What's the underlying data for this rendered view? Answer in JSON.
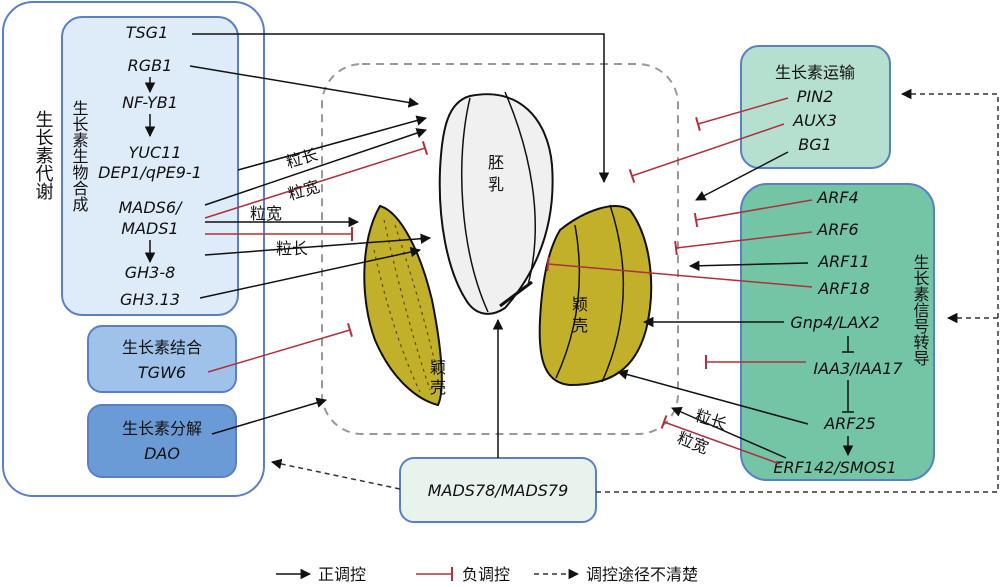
{
  "colors": {
    "auxin_metabolism_border": "#5b7fc6",
    "biosynthesis_fill": "#deebf9",
    "binding_fill": "#9ec2ea",
    "degradation_fill": "#6b9bd6",
    "transport_fill": "#b5e0cf",
    "signaling_fill": "#74c4a6",
    "mads78_fill": "#e8f3ee",
    "husk_fill": "#c3b02a",
    "endosperm_fill": "#f0f0f0",
    "positive_arrow": "#111111",
    "negative_line": "#b0303a",
    "dashed": "#333333"
  },
  "labels": {
    "auxin_metabolism": "生长素代谢",
    "biosynthesis": "生长素生物合成",
    "binding_title": "生长素结合",
    "binding_gene": "TGW6",
    "degradation_title": "生长素分解",
    "degradation_gene": "DAO",
    "transport_title": "生长素运输",
    "signaling": "生长素信号转导",
    "endosperm": "胚乳",
    "husk_left": "颖壳",
    "husk_right": "颖壳",
    "grain_length_1": "粒长",
    "grain_width_1": "粒宽",
    "grain_width_2": "粒宽",
    "grain_length_2": "粒长",
    "grain_length_3": "粒长",
    "grain_width_3": "粒宽"
  },
  "biosynthesis_genes": {
    "tsg1": "TSG1",
    "rgb1": "RGB1",
    "nfyb1": "NF-YB1",
    "yuc11": "YUC11",
    "dep1": "DEP1/qPE9-1",
    "mads6": "MADS6/",
    "mads1": "MADS1",
    "gh38": "GH3-8",
    "gh313": "GH3.13"
  },
  "transport_genes": {
    "pin2": "PIN2",
    "aux3": "AUX3",
    "bg1": "BG1"
  },
  "signaling_genes": {
    "arf4": "ARF4",
    "arf6": "ARF6",
    "arf11": "ARF11",
    "arf18": "ARF18",
    "gnp4": "Gnp4/LAX2",
    "iaa": "IAA3/IAA17",
    "arf25": "ARF25",
    "erf142": "ERF142/SMOS1"
  },
  "mads78": "MADS78/MADS79",
  "legend": {
    "positive": "正调控",
    "negative": "负调控",
    "unclear": "调控途径不清楚"
  }
}
